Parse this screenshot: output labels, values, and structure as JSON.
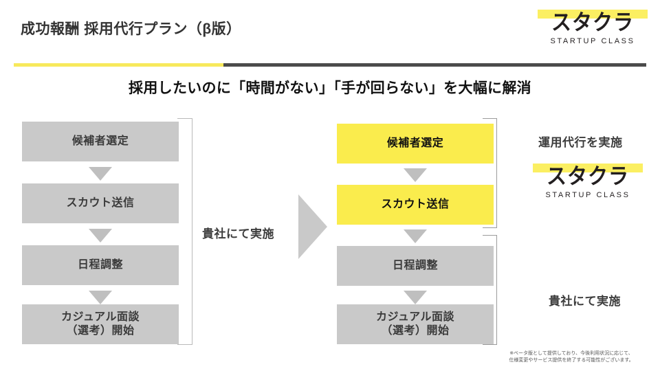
{
  "header": {
    "title": "成功報酬 採用代行プラン（β版）",
    "logo": {
      "mark": "スタクラ",
      "sub": "STARTUP CLASS"
    },
    "rule_yellow_color": "#f7e95c",
    "rule_dark_color": "#4b4b4b"
  },
  "subtitle": "採用したいのに「時間がない」「手が回らない」を大幅に解消",
  "colors": {
    "gray_box": "#c9c9c9",
    "yellow_box": "#faec4d",
    "arrow_gray": "#bfbfbf",
    "bracket": "#9b9b9b"
  },
  "before": {
    "steps": [
      {
        "label": "候補者選定",
        "style": "gray"
      },
      {
        "label": "スカウト送信",
        "style": "gray"
      },
      {
        "label": "日程調整",
        "style": "gray"
      },
      {
        "label": "カジュアル面談\n（選考）開始",
        "style": "gray"
      }
    ],
    "bracket_label": "貴社にて実施"
  },
  "after": {
    "steps": [
      {
        "label": "候補者選定",
        "style": "yellow"
      },
      {
        "label": "スカウト送信",
        "style": "yellow"
      },
      {
        "label": "日程調整",
        "style": "gray"
      },
      {
        "label": "カジュアル面談\n（選考）開始",
        "style": "gray"
      }
    ],
    "bracket_top_label": "運用代行を実施",
    "bracket_bottom_label": "貴社にて実施",
    "logo": {
      "mark": "スタクラ",
      "sub": "STARTUP CLASS"
    }
  },
  "footnote": {
    "line1": "※ベータ版として提供しており、今後利用状況に応じて、",
    "line2": "仕様変更やサービス提供を終了する可能性がございます。"
  }
}
